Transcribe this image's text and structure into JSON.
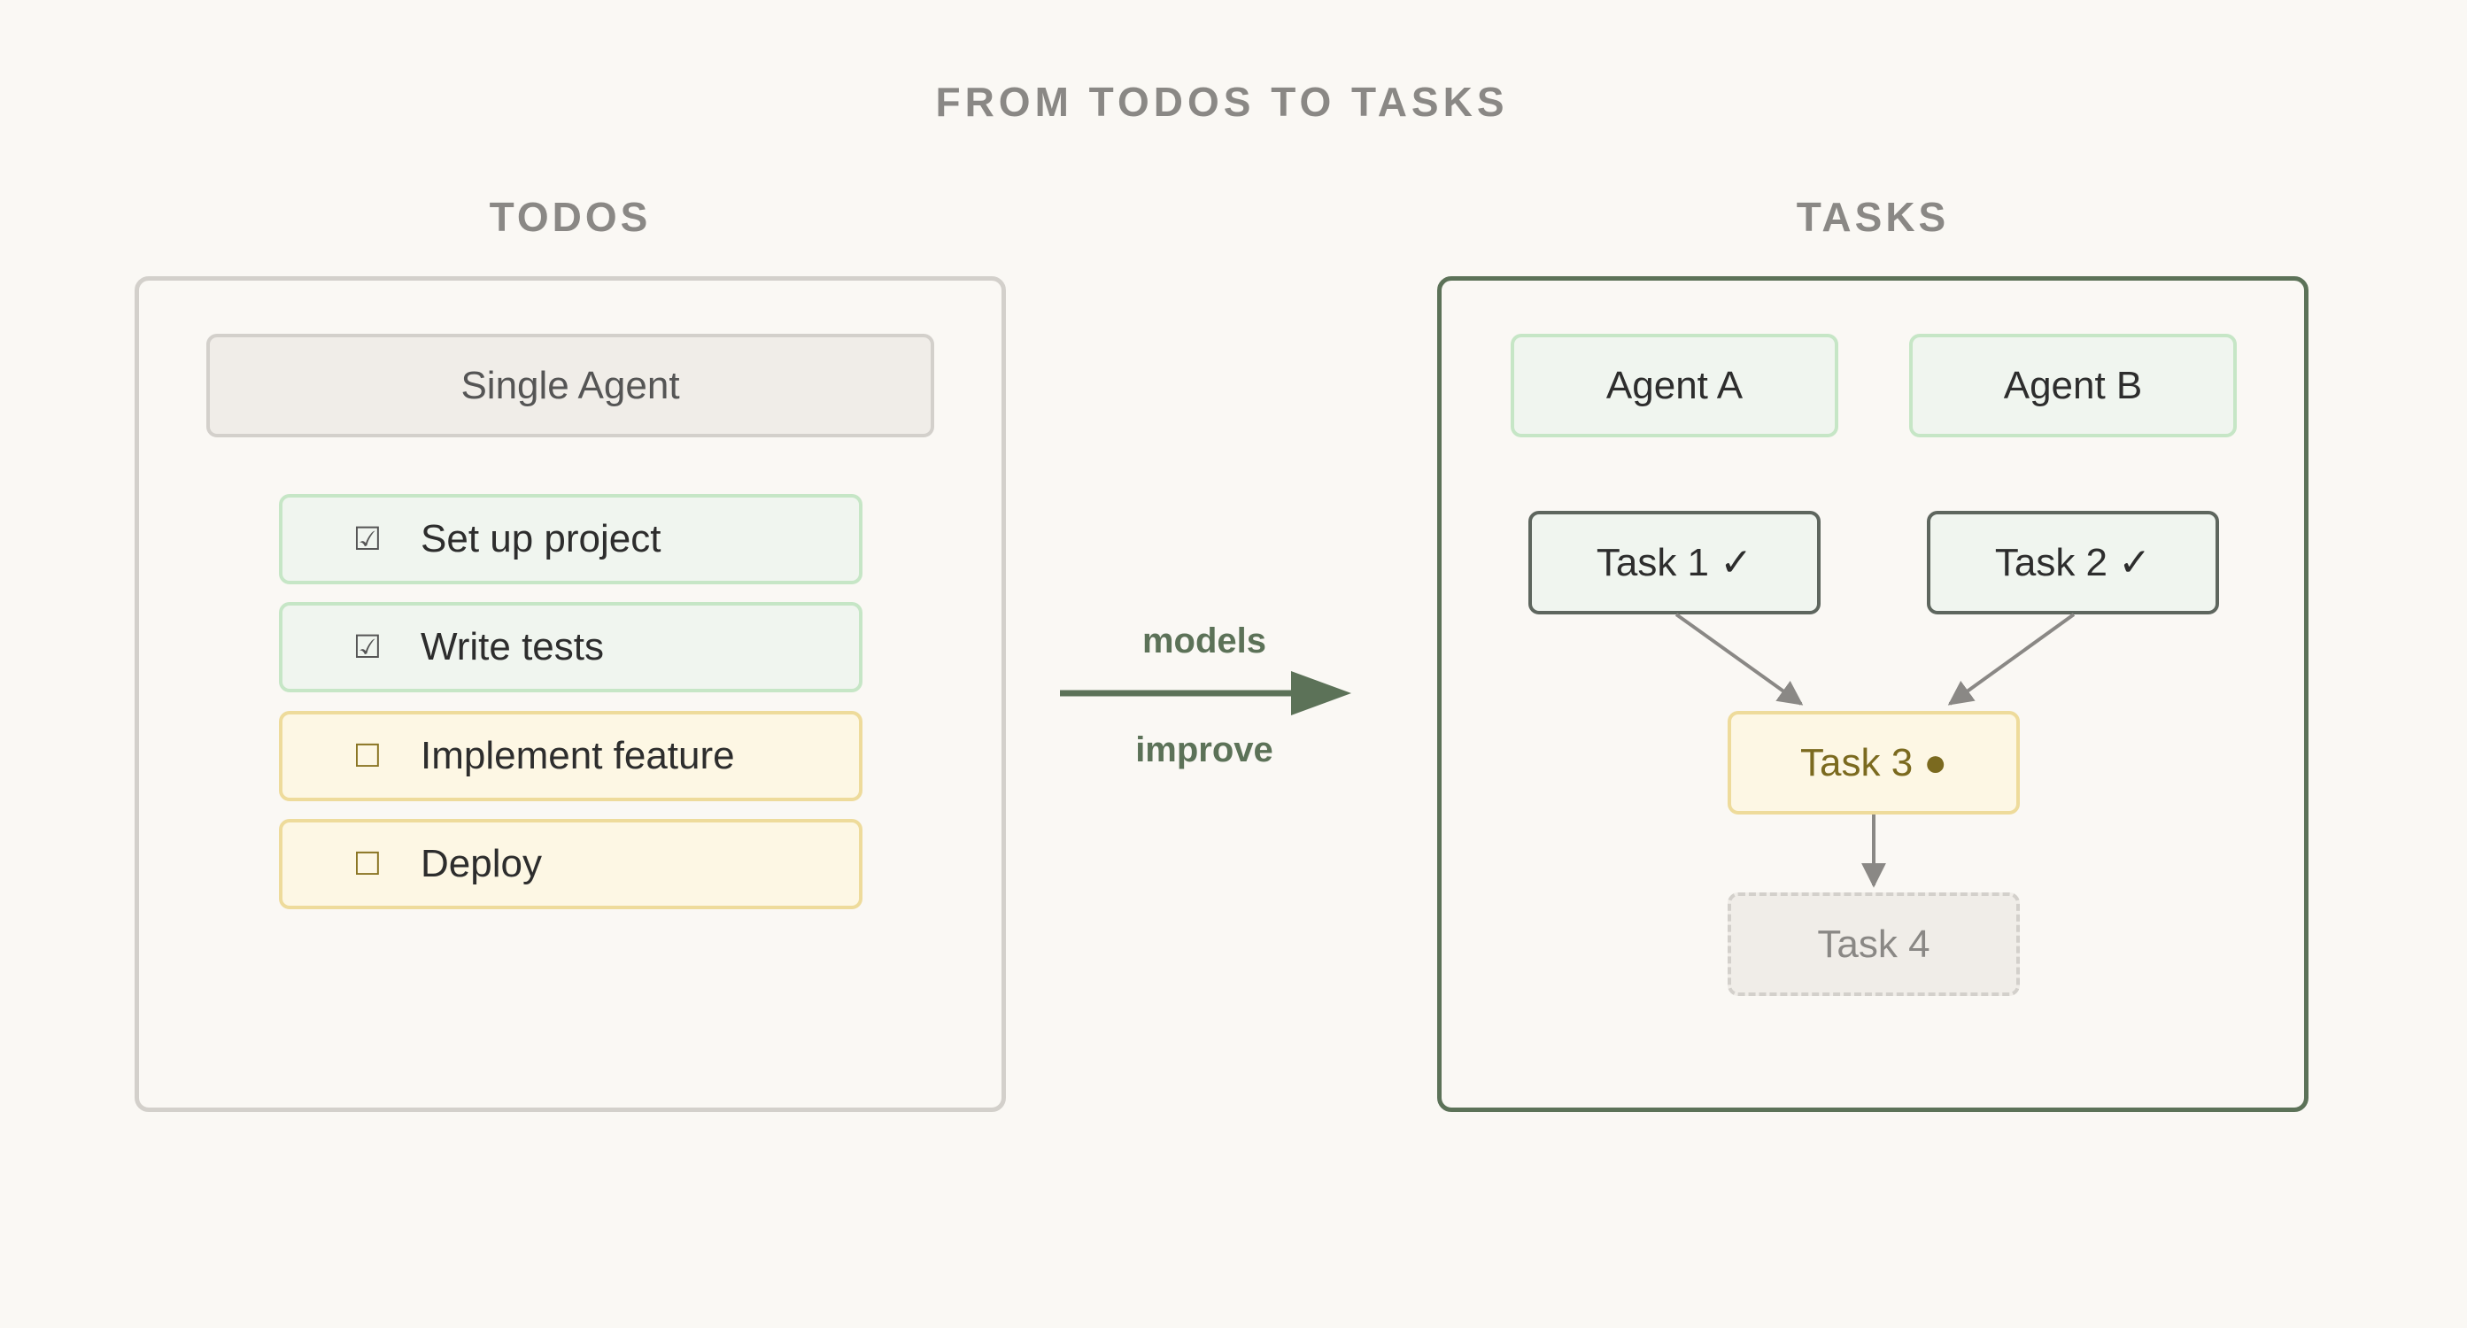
{
  "title": "FROM TODOS TO TASKS",
  "todos": {
    "heading": "TODOS",
    "agent_label": "Single Agent",
    "items": [
      {
        "check": "☑",
        "label": "Set up project"
      },
      {
        "check": "☑",
        "label": "Write tests"
      },
      {
        "check": "☐",
        "label": "Implement feature"
      },
      {
        "check": "☐",
        "label": "Deploy"
      }
    ]
  },
  "transition": {
    "top_label": "models",
    "bottom_label": "improve"
  },
  "tasks": {
    "heading": "TASKS",
    "agents": [
      "Agent A",
      "Agent B"
    ],
    "items": [
      {
        "label": "Task 1 ✓",
        "status": "done"
      },
      {
        "label": "Task 2 ✓",
        "status": "done"
      },
      {
        "label": "Task 3 ●",
        "status": "in-progress"
      },
      {
        "label": "Task 4",
        "status": "pending"
      }
    ]
  },
  "colors": {
    "accent": "#5c7258",
    "done_fill": "#f0f5ef",
    "open_fill": "#fdf7e4",
    "pending_fill": "#f0ede8"
  }
}
